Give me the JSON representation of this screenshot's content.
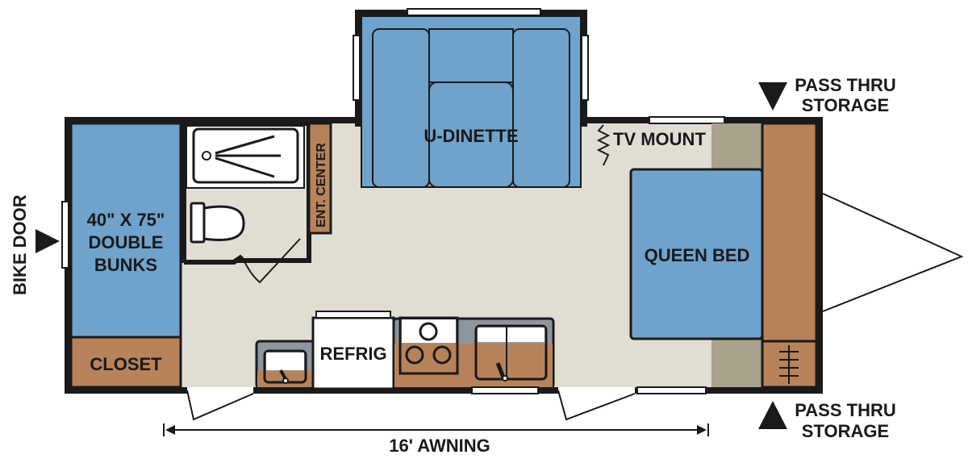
{
  "labels": {
    "dinette": "U-DINETTE",
    "tv_mount": "TV MOUNT",
    "ent_center": "ENT. CENTER",
    "bunks_line1": "40\" X 75\"",
    "bunks_line2": "DOUBLE",
    "bunks_line3": "BUNKS",
    "closet": "CLOSET",
    "refrig": "REFRIG",
    "queen_bed": "QUEEN BED",
    "bike_door": "BIKE DOOR",
    "pass_thru_top_1": "PASS THRU",
    "pass_thru_top_2": "STORAGE",
    "pass_thru_bottom_1": "PASS THRU",
    "pass_thru_bottom_2": "STORAGE",
    "awning": "16' AWNING"
  },
  "colors": {
    "wall": "#1a1a1a",
    "floor": "#e0ddd3",
    "blue": "#6fa3cc",
    "brown": "#b8835a",
    "tan": "#a9a28c",
    "counter": "#8d969c"
  }
}
